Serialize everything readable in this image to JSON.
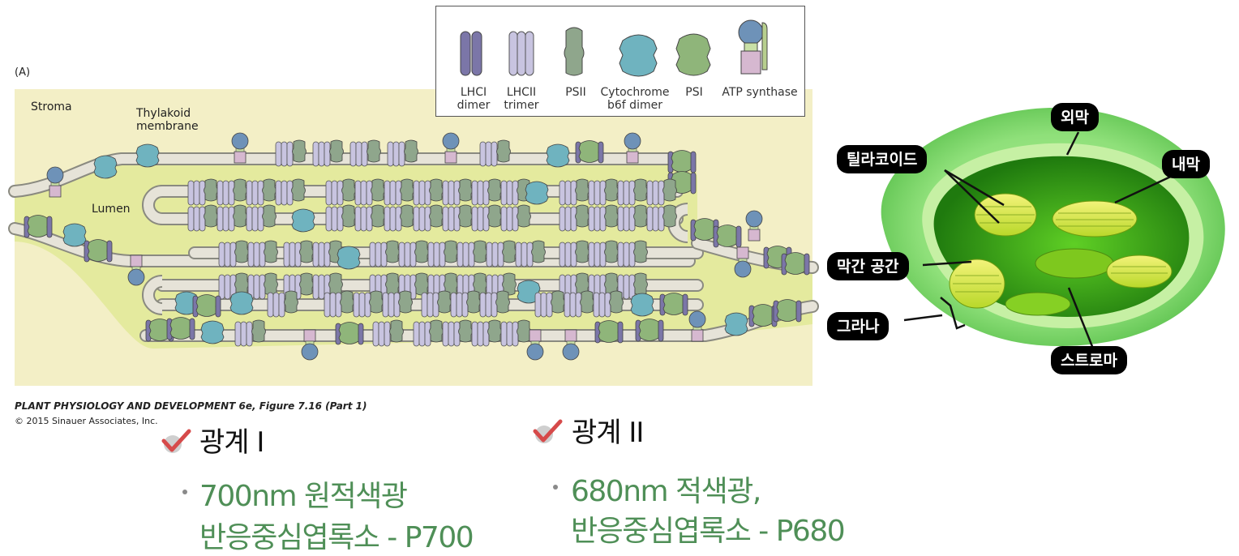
{
  "panel_label": "(A)",
  "legend": {
    "items": [
      {
        "label": "LHCI\ndimer",
        "icon": "lhci-dimer-icon",
        "color": "#7b76a8"
      },
      {
        "label": "LHCII\ntrimer",
        "icon": "lhcii-trimer-icon",
        "color": "#c8c4e0"
      },
      {
        "label": "PSII",
        "icon": "psii-icon",
        "color": "#8fa68c"
      },
      {
        "label": "Cytochrome\nb6f dimer",
        "icon": "cytochrome-icon",
        "color": "#6fb3bf"
      },
      {
        "label": "PSI",
        "icon": "psi-icon",
        "color": "#8fb57a"
      },
      {
        "label": "ATP synthase",
        "icon": "atp-synthase-icon",
        "color": "#6e92b8"
      }
    ]
  },
  "diagram": {
    "stroma_label": "Stroma",
    "membrane_label": "Thylakoid\nmembrane",
    "lumen_label": "Lumen",
    "colors": {
      "stroma_bg": "#f3efc6",
      "lumen": "#e4ea9e",
      "membrane": "#e6e3d8"
    }
  },
  "caption": {
    "title": "PLANT PHYSIOLOGY AND DEVELOPMENT 6e, Figure 7.16 (Part 1)",
    "copyright": "© 2015 Sinauer Associates, Inc."
  },
  "chloroplast_labels": {
    "outer": "외막",
    "thylakoid": "틸라코이드",
    "inner": "내막",
    "intermembrane": "막간 공간",
    "grana": "그라나",
    "stroma": "스트로마"
  },
  "photosystems": [
    {
      "heading": "광계 I",
      "lines": [
        "700nm 원적색광",
        "반응중심엽록소 - P700"
      ]
    },
    {
      "heading": "광계 II",
      "lines": [
        "680nm 적색광,",
        "반응중심엽록소 - P680"
      ]
    }
  ],
  "accent_color": "#4f8f57",
  "check_color": "#d64a4a"
}
